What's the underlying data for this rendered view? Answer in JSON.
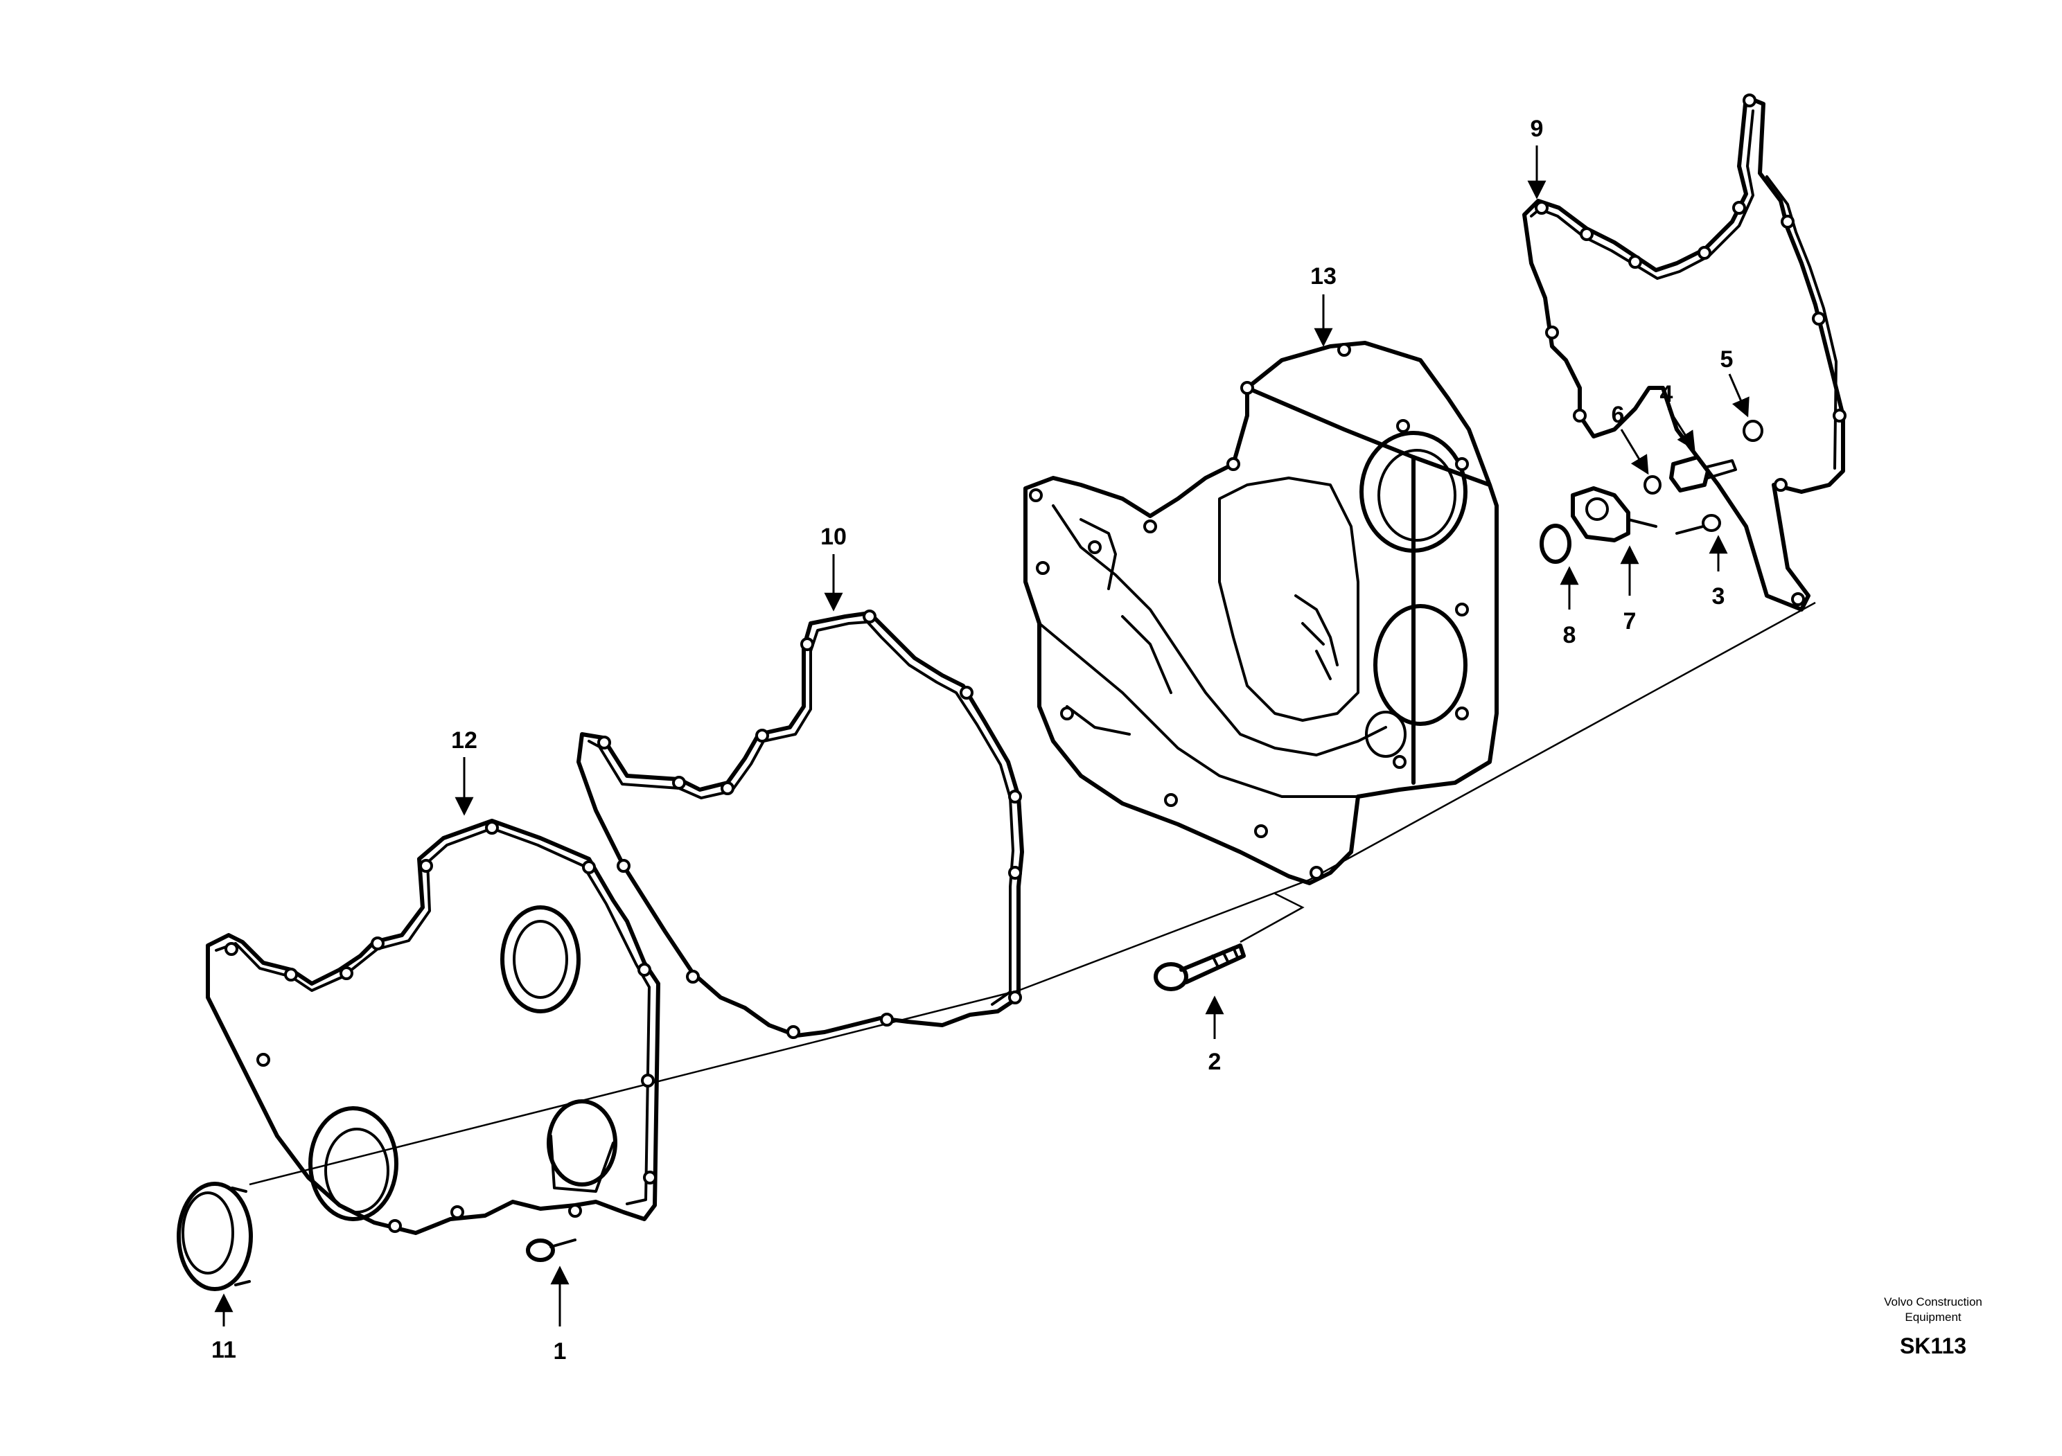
{
  "callouts": [
    "1",
    "2",
    "3",
    "4",
    "5",
    "6",
    "7",
    "8",
    "9",
    "10",
    "11",
    "12",
    "13"
  ],
  "footer": {
    "company_line1": "Volvo Construction",
    "company_line2": "Equipment",
    "code": "SK113"
  }
}
